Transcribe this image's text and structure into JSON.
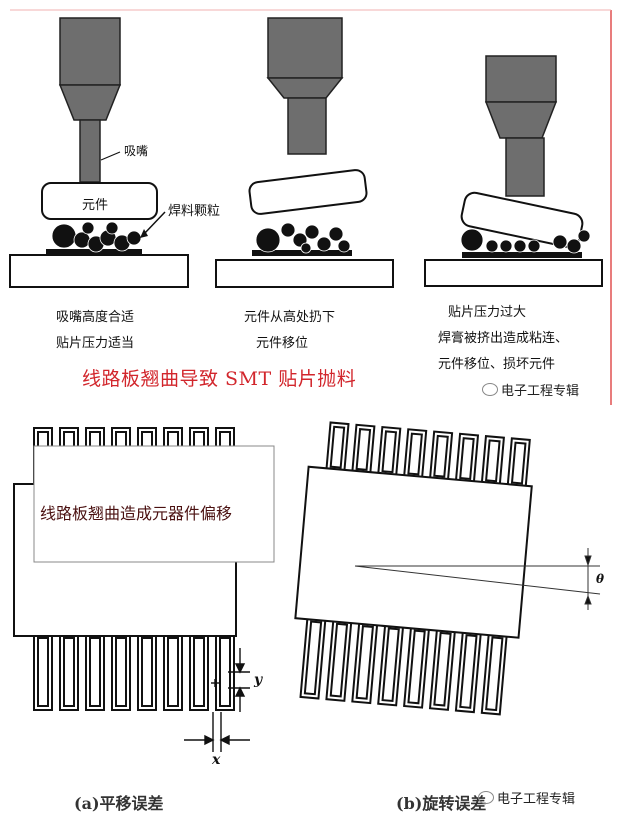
{
  "top": {
    "labels": {
      "nozzle": "吸嘴",
      "component": "元件",
      "solder": "焊料颗粒"
    },
    "captions": [
      {
        "line1": "吸嘴高度合适",
        "line2": "贴片压力适当"
      },
      {
        "line1": "元件从高处扔下",
        "line2": "元件移位"
      },
      {
        "line1": "贴片压力过大",
        "line2": "焊膏被挤出造成粘连、",
        "line3": "元件移位、损坏元件"
      }
    ],
    "title": "线路板翘曲导致 SMT 贴片抛料",
    "watermark": "电子工程专辑"
  },
  "bottom": {
    "box_label": "线路板翘曲造成元器件偏移",
    "var_y": "y",
    "var_x": "x",
    "var_theta": "θ",
    "caption_a": "(a)平移误差",
    "caption_b": "(b)旋转误差",
    "watermark": "电子工程专辑"
  },
  "colors": {
    "metal": "#6e6e6e",
    "title_red": "#d2262c",
    "border_red": "#e05050"
  }
}
